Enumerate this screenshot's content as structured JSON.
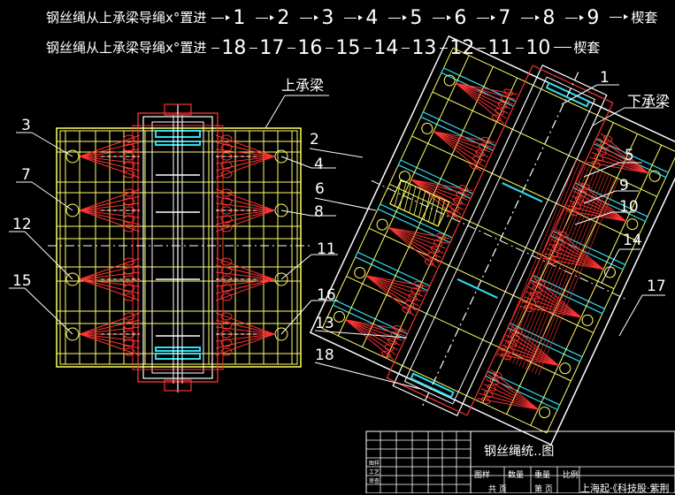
{
  "sequence": {
    "row1": {
      "prefix": "钢丝绳从上承梁导绳x°置进",
      "items": [
        "1",
        "2",
        "3",
        "4",
        "5",
        "6",
        "7",
        "8",
        "9"
      ],
      "end": "楔套"
    },
    "row2": {
      "prefix": "钢丝绳从上承梁导绳x°置进",
      "items": [
        "18",
        "17",
        "16",
        "15",
        "14",
        "13",
        "12",
        "11",
        "10"
      ],
      "end": "楔套"
    }
  },
  "labels": {
    "upper_beam": "上承梁",
    "lower_beam": "下承梁"
  },
  "callouts_left": [
    "3",
    "7",
    "12",
    "15"
  ],
  "callouts_mid": [
    "4",
    "8",
    "11",
    "16"
  ],
  "callouts_center": [
    "2",
    "6",
    "13",
    "18"
  ],
  "callouts_right": [
    "1",
    "5",
    "9",
    "10",
    "14",
    "17"
  ],
  "title_block": {
    "drawing_title": "钢丝绳统‥图",
    "row_labels": [
      "图样",
      "工艺",
      "审查"
    ],
    "company": "上海起·《科技股·紫荆",
    "cells": [
      "图样",
      "数量",
      "比例",
      "重量",
      "共 页",
      "第 页"
    ]
  },
  "colors": {
    "background": "#000000",
    "frame": "#ffff66",
    "rope": "#ff3333",
    "cyan": "#33ddee",
    "white": "#ffffff"
  }
}
